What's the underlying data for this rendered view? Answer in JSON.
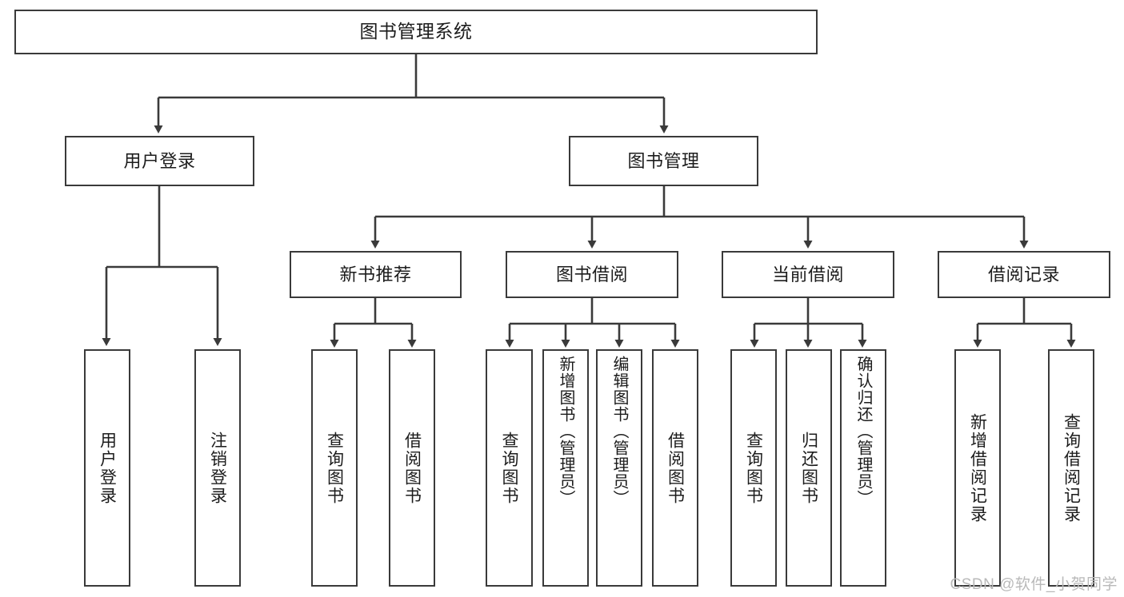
{
  "diagram": {
    "title": "图书管理系统",
    "type": "tree-hierarchy-chart",
    "colors": {
      "box_border": "#3a3a3a",
      "box_fill": "#ffffff",
      "connector": "#3a3a3a",
      "text": "#1c1c1c",
      "watermark": "#b9b9b9"
    },
    "root": {
      "label": "图书管理系统"
    },
    "level2": [
      {
        "label": "用户登录"
      },
      {
        "label": "图书管理"
      }
    ],
    "level3": [
      {
        "label": "新书推荐"
      },
      {
        "label": "图书借阅"
      },
      {
        "label": "当前借阅"
      },
      {
        "label": "借阅记录"
      }
    ],
    "leaves": {
      "user_login": [
        {
          "label": "用户登录"
        },
        {
          "label": "注销登录"
        }
      ],
      "new_book_recommend": [
        {
          "label": "查询图书"
        },
        {
          "label": "借阅图书"
        }
      ],
      "book_borrow": [
        {
          "label": "查询图书"
        },
        {
          "label": "新增图书（管理员）"
        },
        {
          "label": "编辑图书（管理员）"
        },
        {
          "label": "借阅图书"
        }
      ],
      "current_borrow": [
        {
          "label": "查询图书"
        },
        {
          "label": "归还图书"
        },
        {
          "label": "确认归还（管理员）"
        }
      ],
      "borrow_record": [
        {
          "label": "新增借阅记录"
        },
        {
          "label": "查询借阅记录"
        }
      ]
    }
  },
  "watermark": {
    "text": "CSDN @软件_小贺同学"
  }
}
